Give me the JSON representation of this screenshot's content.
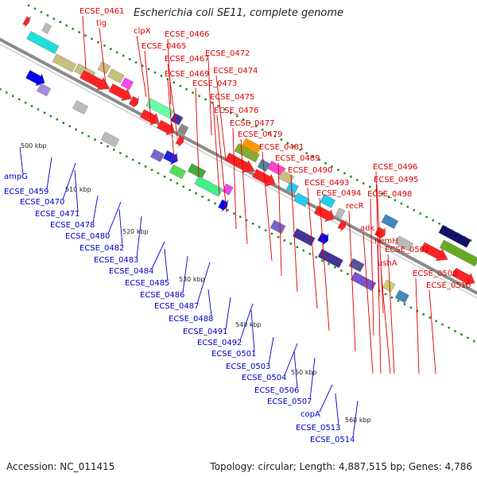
{
  "title": "Escherichia coli SE11, complete genome",
  "accession": "Accession: NC_011415",
  "topology": "Topology: circular; Length: 4,887,515 bp; Genes: 4,786",
  "colors": {
    "backbone": "#8a8a8a",
    "forward_label": "#e00000",
    "reverse_label": "#0000cc",
    "tick": "#1a8a1a"
  },
  "kbp_ticks": [
    "500 kbp",
    "510 kbp",
    "520 kbp",
    "530 kbp",
    "540 kbp",
    "550 kbp",
    "560 kbp"
  ],
  "forward_labels": [
    "ECSE_0461",
    "tig",
    "clpX",
    "ECSE_0466",
    "ECSE_0465",
    "ECSE_0467",
    "ECSE_0472",
    "ECSE_0469",
    "ECSE_0474",
    "ECSE_0473",
    "ECSE_0475",
    "ECSE_0476",
    "ECSE_0477",
    "ECSE_0479",
    "ECSE_0481",
    "ECSE_0489",
    "ECSE_0490",
    "ECSE_0493",
    "ECSE_0496",
    "ECSE_0495",
    "ECSE_0494",
    "ECSE_0498",
    "recR",
    "adk",
    "hemH",
    "ECSE_0502",
    "ushA",
    "ECSE_0508",
    "ECSE_0510"
  ],
  "reverse_labels": [
    "ampG",
    "ECSE_0459",
    "ECSE_0470",
    "ECSE_0471",
    "ECSE_0478",
    "ECSE_0480",
    "ECSE_0482",
    "ECSE_0483",
    "ECSE_0484",
    "ECSE_0485",
    "ECSE_0486",
    "ECSE_0487",
    "ECSE_0488",
    "ECSE_0491",
    "ECSE_0492",
    "ECSE_0501",
    "ECSE_0503",
    "ECSE_0504",
    "ECSE_0506",
    "ECSE_0507",
    "copA",
    "ECSE_0513",
    "ECSE_0514"
  ]
}
